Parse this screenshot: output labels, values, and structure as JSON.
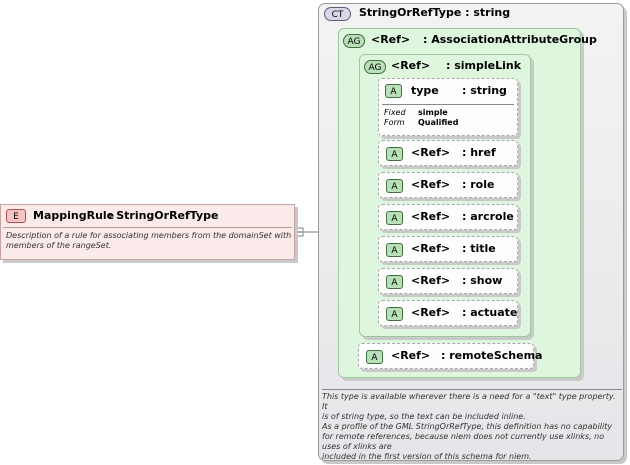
{
  "complex_type": {
    "badge": "CT",
    "name": "StringOrRefType",
    "type_sep": ":",
    "type": "string"
  },
  "attr_group_outer": {
    "badge": "AG",
    "ref": "<Ref>",
    "name": ": AssociationAttributeGroup"
  },
  "attr_group_inner": {
    "badge": "AG",
    "ref": "<Ref>",
    "name": ": simpleLink"
  },
  "type_attr": {
    "badge": "A",
    "name": "type",
    "type": ": string",
    "fixed_label": "Fixed",
    "fixed_value": "simple",
    "form_label": "Form",
    "form_value": "Qualified"
  },
  "attributes": [
    {
      "badge": "A",
      "ref": "<Ref>",
      "name": ": href"
    },
    {
      "badge": "A",
      "ref": "<Ref>",
      "name": ": role"
    },
    {
      "badge": "A",
      "ref": "<Ref>",
      "name": ": arcrole"
    },
    {
      "badge": "A",
      "ref": "<Ref>",
      "name": ": title"
    },
    {
      "badge": "A",
      "ref": "<Ref>",
      "name": ": show"
    },
    {
      "badge": "A",
      "ref": "<Ref>",
      "name": ": actuate"
    }
  ],
  "remote_schema": {
    "badge": "A",
    "ref": "<Ref>",
    "name": ": remoteSchema"
  },
  "type_note": {
    "line1": "This type is available wherever there is a need for a \"text\" type property. It",
    "line2": "is of string type, so the text can be included inline.",
    "line3": "As a profile of the GML StringOrRefType, this definition has no capability",
    "line4": "for remote references, because niem does not currently use xlinks, no",
    "line5": "uses of xlinks are",
    "line6": "included in the first version of this schema for niem."
  },
  "element": {
    "badge": "E",
    "name": "MappingRule",
    "type": ": StringOrRefType",
    "description_line1": "Description of a rule for associating members from the domainSet with",
    "description_line2": "members of the rangeSet."
  }
}
